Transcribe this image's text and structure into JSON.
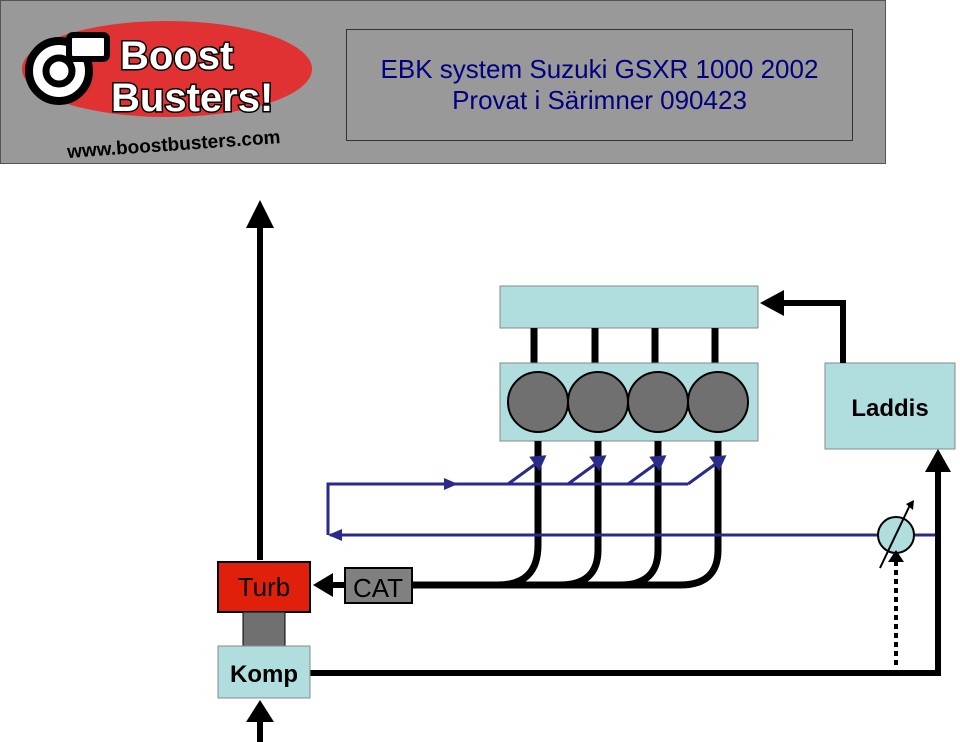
{
  "header": {
    "logo": {
      "word1": "Boost",
      "word2": "Busters!",
      "url": "www.boostbusters.com"
    },
    "title_line1": "EBK system Suzuki GSXR 1000 2002",
    "title_line2": "Provat i Särimner 090423"
  },
  "components": {
    "laddis": "Laddis",
    "turb": "Turb",
    "komp": "Komp",
    "cat": "CAT"
  },
  "colors": {
    "header_bg": "#999999",
    "title_text": "#000080",
    "engine_fill": "#b0dede",
    "cylinder_fill": "#707070",
    "turb_fill": "#e0200a",
    "cat_fill": "#808080",
    "pipe": "#000000",
    "control_line": "#2a2a8a",
    "logo_red": "#e03232"
  }
}
